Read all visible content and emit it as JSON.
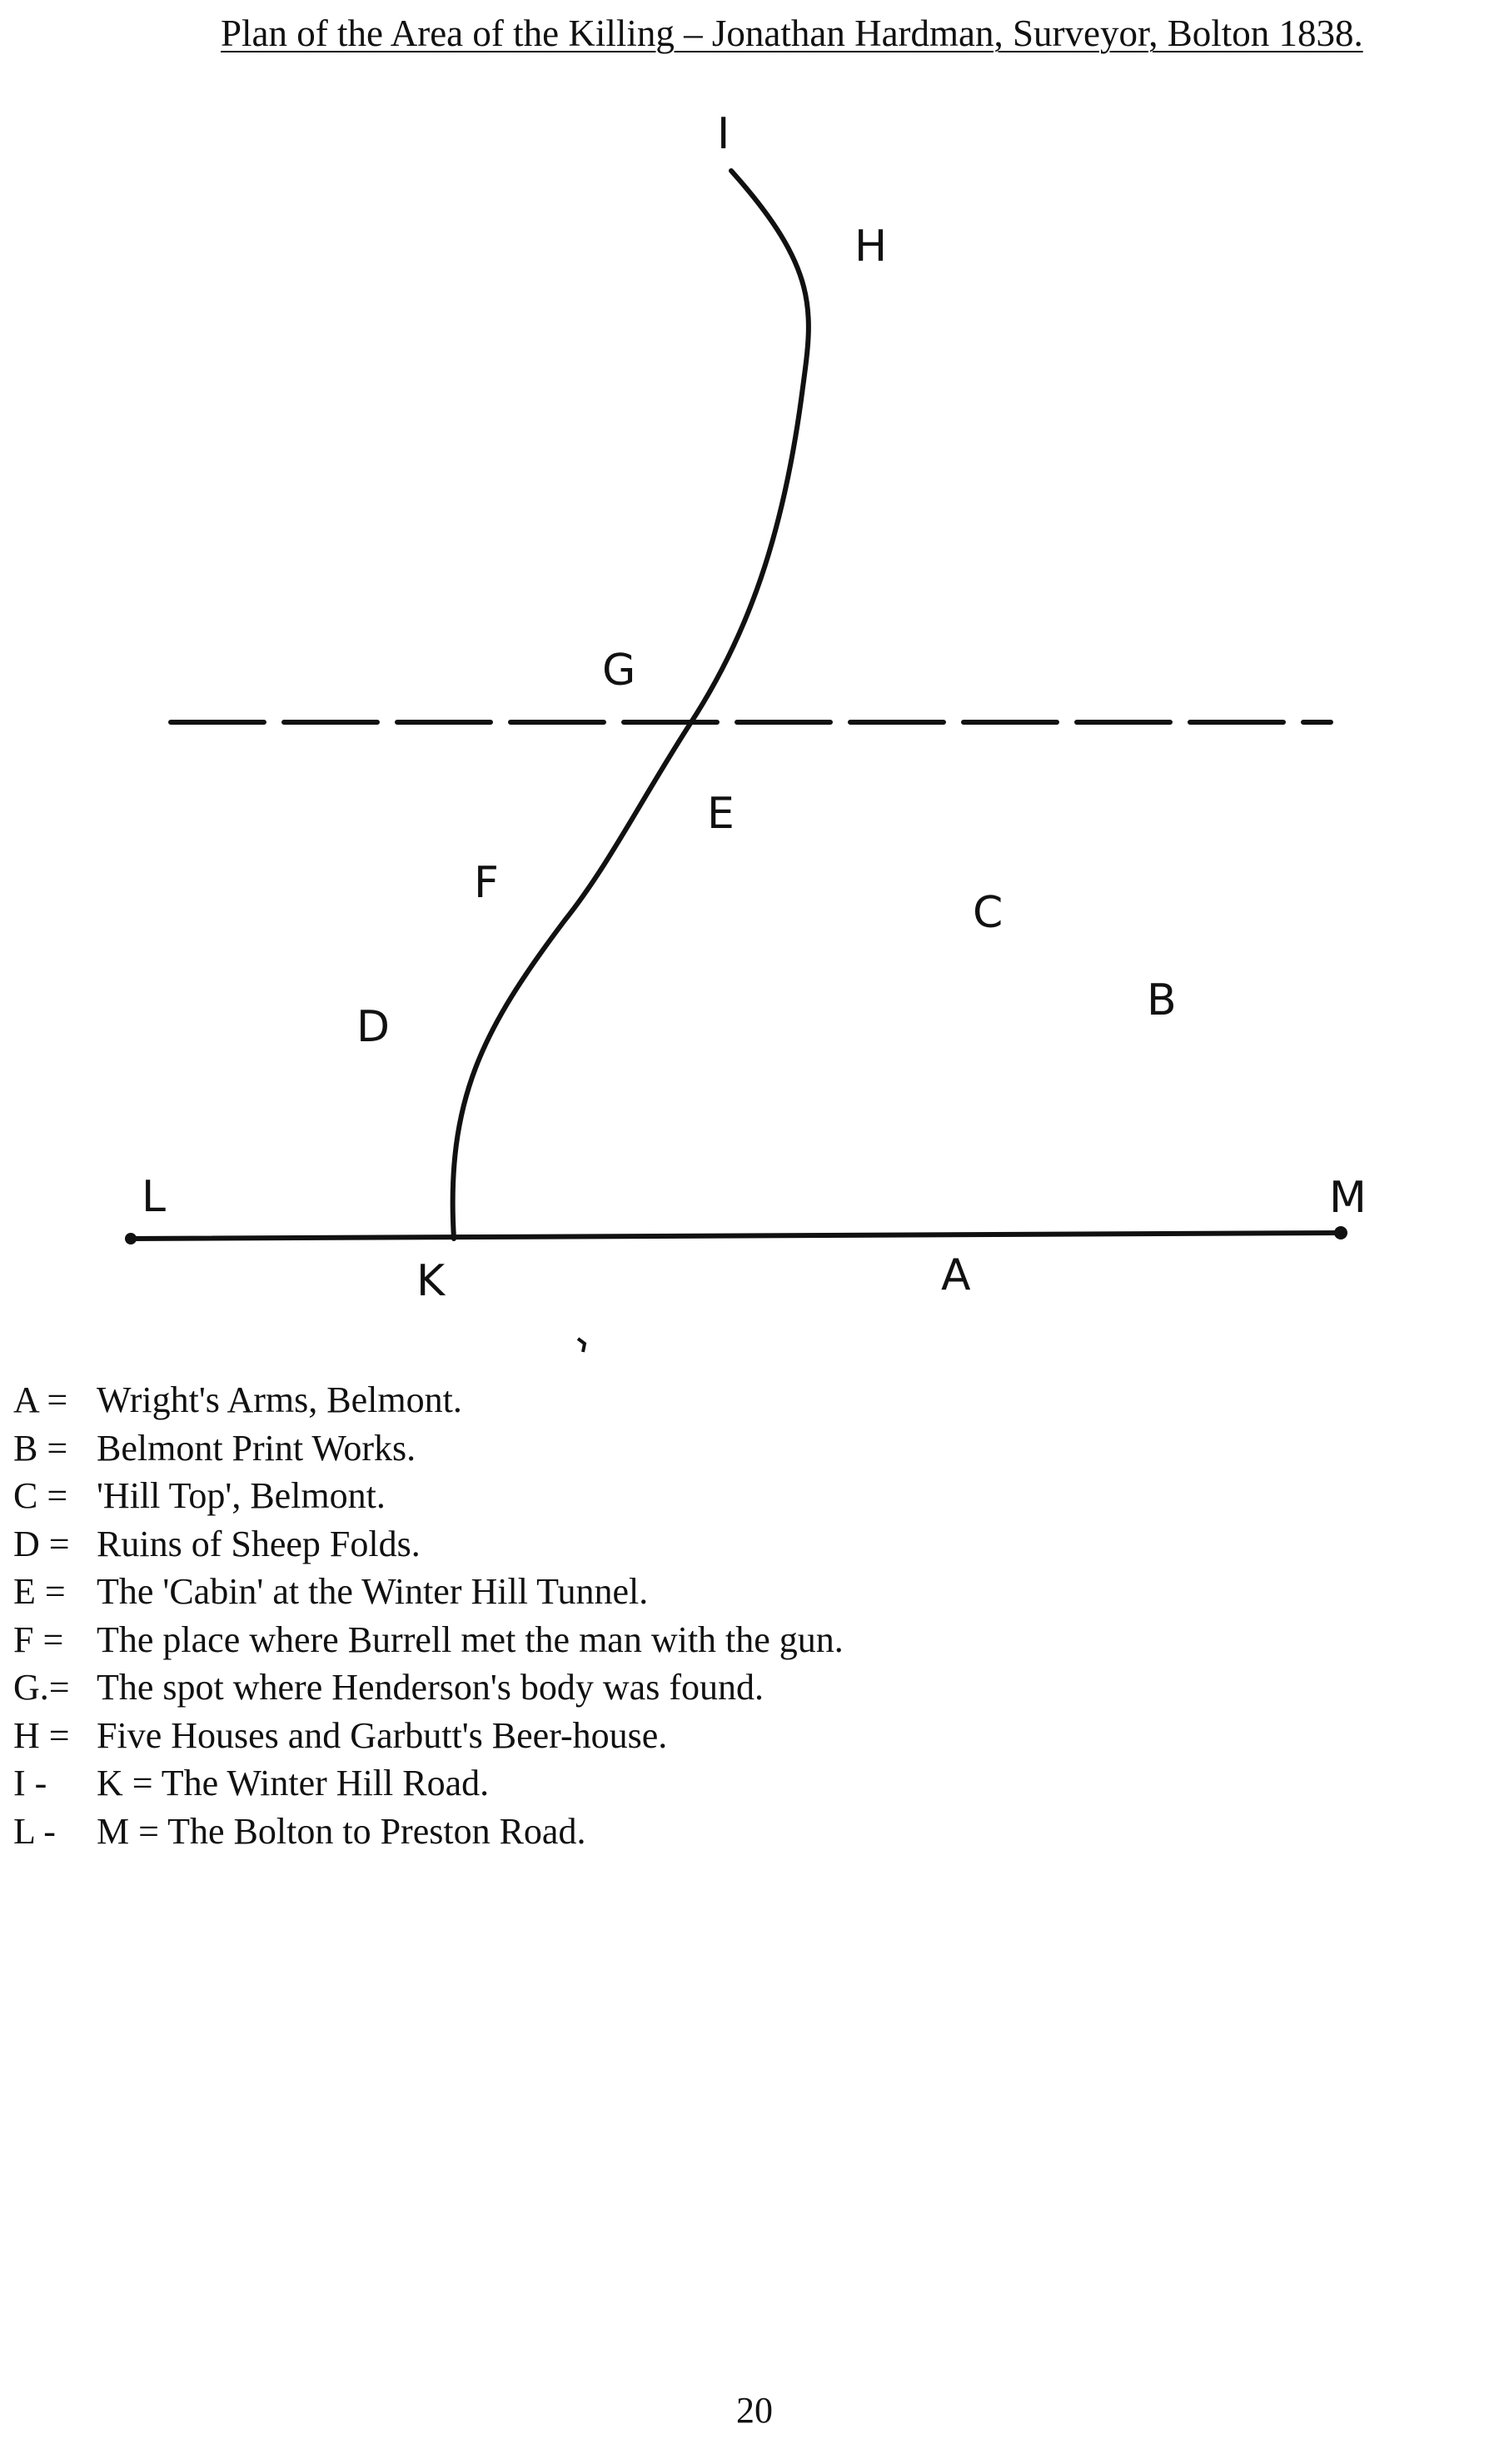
{
  "page_title": "Plan of the Area of the Killing – Jonathan Hardman, Surveyor, Bolton 1838.",
  "map_labels": {
    "I": "I",
    "H": "H",
    "G": "G",
    "E": "E",
    "F": "F",
    "C": "C",
    "D": "D",
    "B": "B",
    "L": "L",
    "M": "M",
    "K": "K",
    "A": "A"
  },
  "legend": [
    {
      "code": "A =",
      "text": "Wright's Arms, Belmont."
    },
    {
      "code": "B =",
      "text": "Belmont Print Works."
    },
    {
      "code": "C =",
      "text": "'Hill Top', Belmont."
    },
    {
      "code": "D =",
      "text": "Ruins of Sheep Folds."
    },
    {
      "code": "E =",
      "text": "The 'Cabin' at the Winter Hill Tunnel."
    },
    {
      "code": "F =",
      "text": "The place where Burrell met the man with the gun."
    },
    {
      "code": "G.=",
      "text": "The spot where Henderson's body was found."
    },
    {
      "code": "H =",
      "text": "Five Houses and Garbutt's Beer-house."
    },
    {
      "code": "I  -",
      "text": "K = The Winter Hill Road."
    },
    {
      "code": "L -",
      "text": "M = The Bolton to Preston Road."
    }
  ],
  "page_number": "20"
}
